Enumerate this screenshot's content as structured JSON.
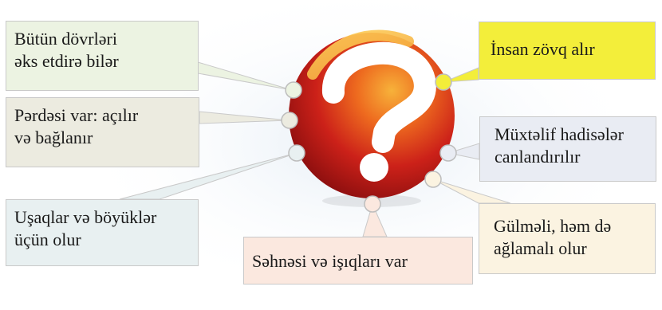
{
  "center": {
    "symbol": "?",
    "icon": "question-mark-sphere-icon"
  },
  "colors": {
    "green_box": "#ecf3e2",
    "beige_box": "#ecebe0",
    "pale_blue_box": "#e8f0f1",
    "yellow_box": "#f3ee3a",
    "lilac_box": "#e9ecf3",
    "cream_box": "#fbf3e1",
    "pink_box": "#fbe8df",
    "sphere_red": "#c81d1d",
    "sphere_orange": "#f09a22"
  },
  "labels": {
    "top_left": [
      "Bütün dövrləri",
      "əks etdirə bilər"
    ],
    "mid_left": [
      "Pərdəsi var: açılır",
      "və bağlanır"
    ],
    "bottom_left": [
      "Uşaqlar və böyüklər",
      "üçün olur"
    ],
    "bottom_center": [
      "Səhnəsi və işıqları var"
    ],
    "top_right": [
      "İnsan zövq alır"
    ],
    "mid_right": [
      "Müxtəlif hadisələr",
      "canlandırılır"
    ],
    "bottom_right": [
      "Gülməli, həm də",
      "ağlamalı olur"
    ]
  }
}
